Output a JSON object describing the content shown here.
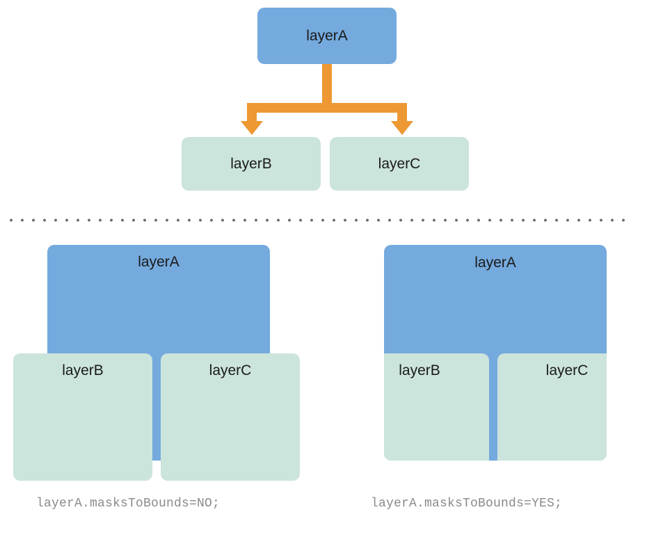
{
  "colors": {
    "parent_layer": "#74aadd",
    "child_layer": "#cbe4dc",
    "arrow": "#ed9833",
    "divider_dot": "#6b6b70",
    "caption_text": "#8a8a8a",
    "background": "#ffffff"
  },
  "tree": {
    "parent": {
      "label": "layerA"
    },
    "children": [
      {
        "label": "layerB"
      },
      {
        "label": "layerC"
      }
    ]
  },
  "examples": [
    {
      "id": "masks-to-bounds-no",
      "caption": "layerA.masksToBounds=NO;",
      "parent": {
        "label": "layerA"
      },
      "children": [
        {
          "label": "layerB"
        },
        {
          "label": "layerC"
        }
      ]
    },
    {
      "id": "masks-to-bounds-yes",
      "caption": "layerA.masksToBounds=YES;",
      "parent": {
        "label": "layerA"
      },
      "children": [
        {
          "label": "layerB"
        },
        {
          "label": "layerC"
        }
      ]
    }
  ]
}
